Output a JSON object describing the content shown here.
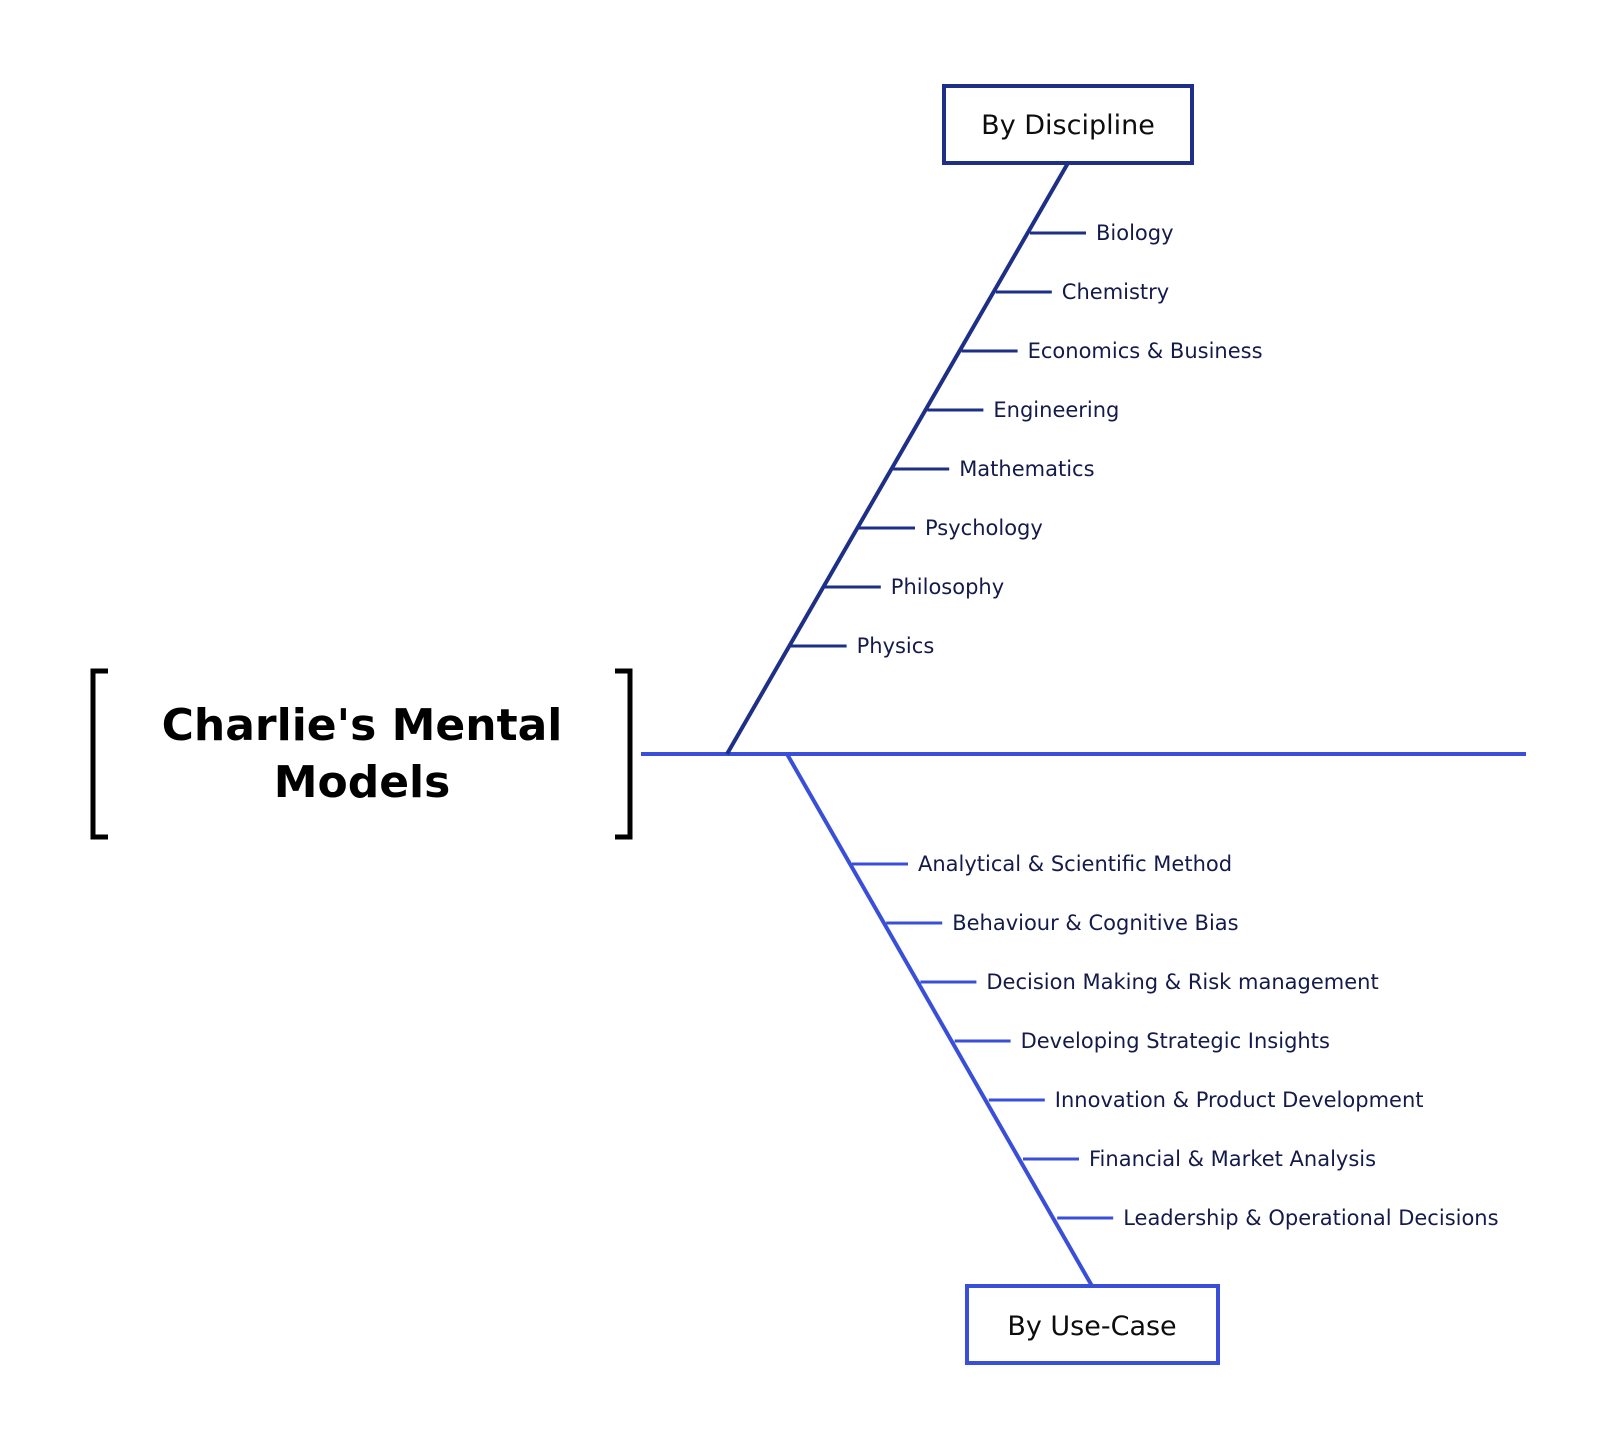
{
  "title_lines": [
    "Charlie's Mental",
    "Models"
  ],
  "colors": {
    "discipline": "#1d2f86",
    "use_case": "#3a4fd8",
    "spine": "#3a4fd8",
    "bracket": "#000000",
    "item_text": "#141a4a"
  },
  "categories": [
    {
      "label": "By Discipline",
      "items": [
        "Biology",
        "Chemistry",
        "Economics & Business",
        "Engineering",
        "Mathematics",
        "Psychology",
        "Philosophy",
        "Physics"
      ]
    },
    {
      "label": "By Use-Case",
      "items": [
        "Analytical & Scientific Method",
        "Behaviour & Cognitive Bias",
        "Decision Making & Risk management",
        "Developing Strategic Insights",
        "Innovation & Product Development",
        "Financial & Market Analysis",
        "Leadership & Operational Decisions"
      ]
    }
  ]
}
